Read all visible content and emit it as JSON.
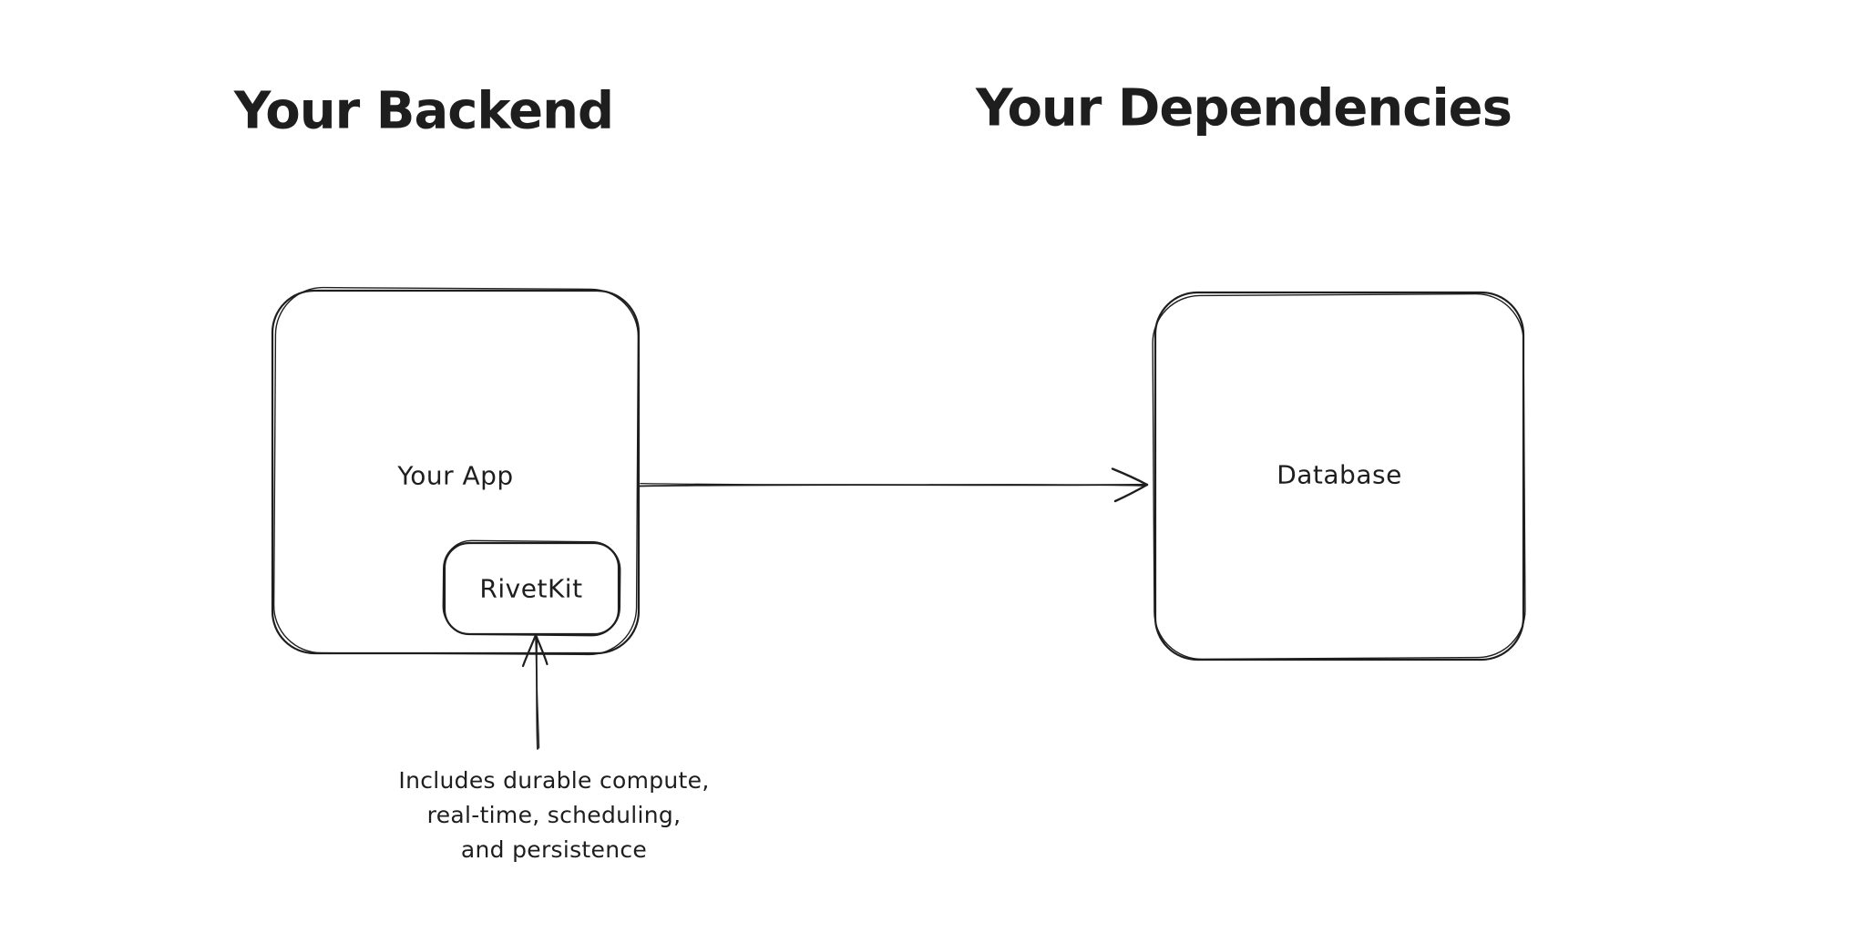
{
  "diagram": {
    "background_color": "#ffffff",
    "stroke_color": "#1e1e1e",
    "sections": {
      "left": {
        "title": "Your Backend"
      },
      "right": {
        "title": "Your Dependencies"
      }
    },
    "nodes": {
      "your_app": {
        "label": "Your App"
      },
      "rivetkit": {
        "label": "RivetKit"
      },
      "database": {
        "label": "Database"
      }
    },
    "arrows": [
      {
        "from": "your_app",
        "to": "database",
        "direction": "right"
      },
      {
        "from": "annotation",
        "to": "rivetkit",
        "direction": "up"
      }
    ],
    "annotation": {
      "lines": [
        "Includes durable compute,",
        "real-time, scheduling,",
        "and persistence"
      ]
    }
  }
}
